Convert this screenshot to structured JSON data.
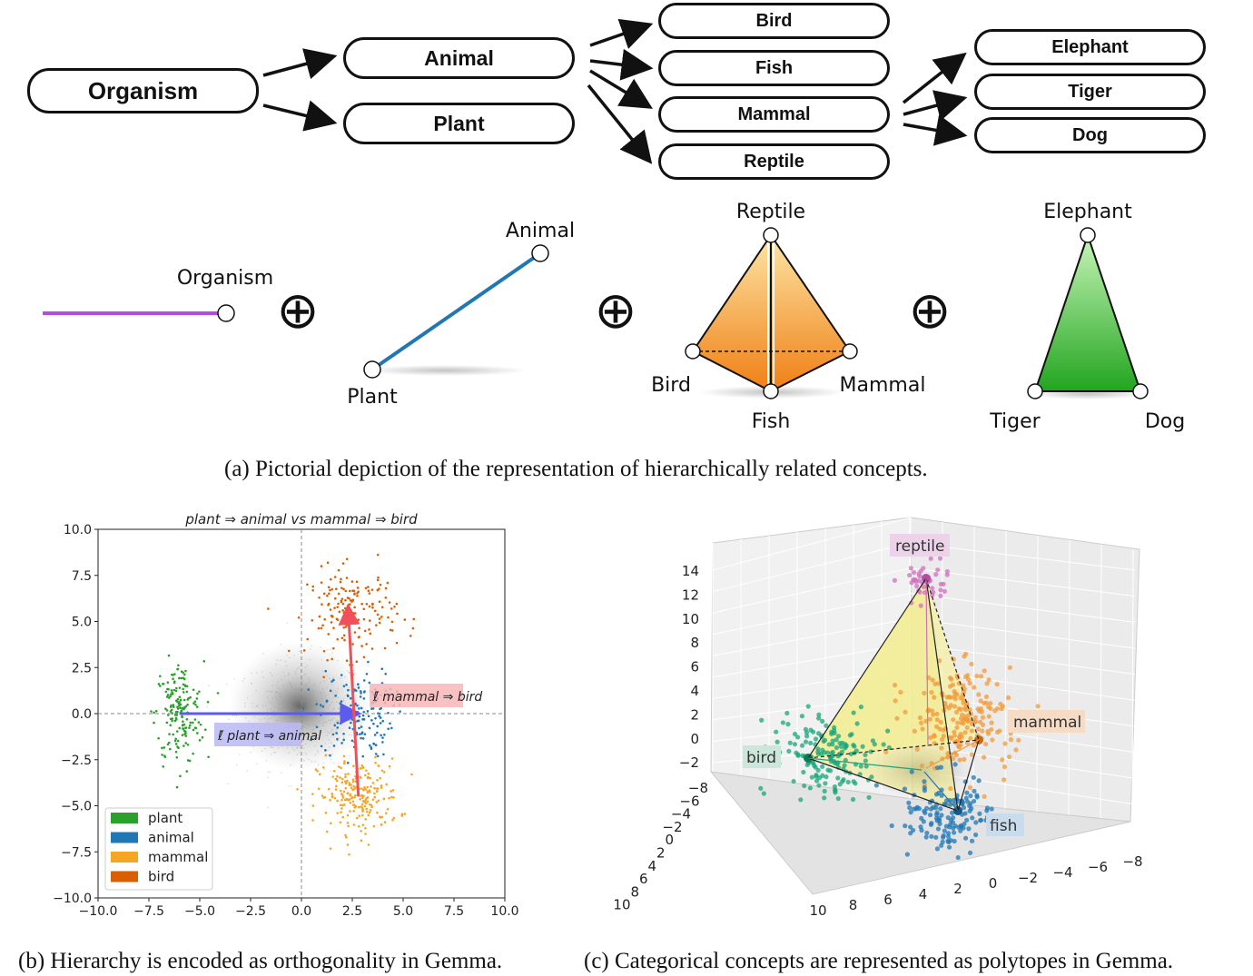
{
  "hierarchy": {
    "root": "Organism",
    "level1": [
      "Animal",
      "Plant"
    ],
    "level2": [
      "Bird",
      "Fish",
      "Mammal",
      "Reptile"
    ],
    "level3": [
      "Elephant",
      "Tiger",
      "Dog"
    ]
  },
  "polytopes": {
    "organism_label": "Organism",
    "animal_label": "Animal",
    "plant_label": "Plant",
    "reptile_label": "Reptile",
    "bird_label": "Bird",
    "mammal_label": "Mammal",
    "fish_label": "Fish",
    "elephant_label": "Elephant",
    "tiger_label": "Tiger",
    "dog_label": "Dog",
    "oplus": "⊕",
    "colors": {
      "organism": "#b34de0",
      "animal_plant": "#1f77b4",
      "reptile": "#f59a23",
      "elephant": "#3cb93c"
    }
  },
  "captions": {
    "a": "(a) Pictorial depiction of the representation of hierarchically related concepts.",
    "b": "(b) Hierarchy is encoded as orthogonality in Gemma.",
    "c": "(c) Categorical concepts are represented as polytopes in Gemma."
  },
  "chart_data": [
    {
      "type": "scatter",
      "title": "plant ⇒ animal vs mammal ⇒ bird",
      "xlim": [
        -10,
        10
      ],
      "ylim": [
        -10,
        10
      ],
      "xticks": [
        "−10.0",
        "−7.5",
        "−5.0",
        "−2.5",
        "0.0",
        "2.5",
        "5.0",
        "7.5",
        "10.0"
      ],
      "yticks": [
        "10.0",
        "7.5",
        "5.0",
        "2.5",
        "0.0",
        "−2.5",
        "−5.0",
        "−7.5",
        "−10.0"
      ],
      "grid": false,
      "legend_position": "bottom-left",
      "legend": [
        {
          "name": "plant",
          "color": "#2ca02c"
        },
        {
          "name": "animal",
          "color": "#1f77b4"
        },
        {
          "name": "mammal",
          "color": "#f5a623"
        },
        {
          "name": "bird",
          "color": "#d95f02"
        }
      ],
      "series": [
        {
          "name": "plant",
          "center": [
            -6.0,
            0.0
          ],
          "spread": [
            0.6,
            1.4
          ],
          "count": 180
        },
        {
          "name": "animal",
          "center": [
            2.7,
            0.0
          ],
          "spread": [
            0.9,
            1.2
          ],
          "count": 160
        },
        {
          "name": "mammal",
          "center": [
            2.8,
            -4.5
          ],
          "spread": [
            1.0,
            1.0
          ],
          "count": 220
        },
        {
          "name": "bird",
          "center": [
            2.5,
            5.5
          ],
          "spread": [
            1.1,
            1.2
          ],
          "count": 170
        }
      ],
      "arrows": [
        {
          "label": "ℓ̄ plant ⇒ animal",
          "from": [
            -6.0,
            0.0
          ],
          "to": [
            2.7,
            0.0
          ],
          "color": "#5b5bf0"
        },
        {
          "label": "ℓ̄ mammal ⇒ bird",
          "from": [
            2.8,
            -4.5
          ],
          "to": [
            2.3,
            5.7
          ],
          "color": "#f0505a"
        }
      ]
    },
    {
      "type": "scatter",
      "title": "",
      "projection": "3d",
      "z_ticks": [
        "14",
        "12",
        "10",
        "8",
        "6",
        "4",
        "2",
        "0",
        "−2"
      ],
      "x_ticks": [
        "10",
        "8",
        "6",
        "4",
        "2",
        "0",
        "−2",
        "−4",
        "−6",
        "−8"
      ],
      "y_ticks": [
        "−8",
        "−6",
        "−4",
        "−2",
        "0",
        "2",
        "4",
        "6",
        "8",
        "10"
      ],
      "labels": [
        {
          "name": "reptile",
          "color": "#d16fc0"
        },
        {
          "name": "mammal",
          "color": "#f29a3a"
        },
        {
          "name": "bird",
          "color": "#1aa67a"
        },
        {
          "name": "fish",
          "color": "#1f77b4"
        }
      ]
    }
  ]
}
